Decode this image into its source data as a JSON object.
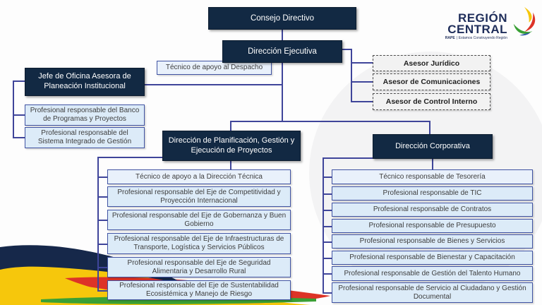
{
  "logo": {
    "line1": "REGIÓN",
    "line2": "CENTRAL",
    "tagline_brand": "RAPE",
    "tagline_text": "| Estamos Construyendo Región"
  },
  "org": {
    "consejo": "Consejo Directivo",
    "ejecutiva": "Dirección Ejecutiva",
    "apoyo_despacho": "Técnico de apoyo al Despacho",
    "jefe_planeacion": "Jefe de Oficina Asesora de Planeación Institucional",
    "jefe_children": [
      "Profesional responsable del Banco de Programas y Proyectos",
      "Profesional responsable del Sistema Integrado de Gestión"
    ],
    "asesores": [
      "Asesor Jurídico",
      "Asesor de Comunicaciones",
      "Asesor de Control Interno"
    ],
    "dir_planificacion": "Dirección de Planificación, Gestión y Ejecución de Proyectos",
    "planificacion_children": [
      "Técnico de apoyo a la Dirección Técnica",
      "Profesional responsable del Eje de Competitividad y Proyección Internacional",
      "Profesional responsable del Eje de Gobernanza y Buen Gobierno",
      "Profesional responsable del Eje de Infraestructuras de Transporte, Logística y Servicios Públicos",
      "Profesional responsable del Eje de Seguridad Alimentaria y Desarrollo Rural",
      "Profesional responsable del Eje de Sustentabilidad Ecosistémica y Manejo de Riesgo"
    ],
    "dir_corporativa": "Dirección Corporativa",
    "corporativa_children": [
      "Técnico responsable de Tesorería",
      "Profesional responsable de TIC",
      "Profesional responsable de Contratos",
      "Profesional responsable de Presupuesto",
      "Profesional responsable de Bienes y Servicios",
      "Profesional responsable de Bienestar y Capacitación",
      "Profesional responsable de Gestión del Talento Humano",
      "Profesional responsable de Servicio al Ciudadano y Gestión Documental"
    ]
  },
  "colors": {
    "dark_navy": "#122943",
    "light_blue": "#dcebf8",
    "indigo_line": "#3f459a",
    "advisor_gray": "#f2f2f2",
    "logo_navy": "#1e2d5a",
    "wave_yellow": "#f6c70c",
    "wave_red": "#dd3327",
    "wave_green": "#3aa035",
    "wave_navy": "#16284a"
  }
}
